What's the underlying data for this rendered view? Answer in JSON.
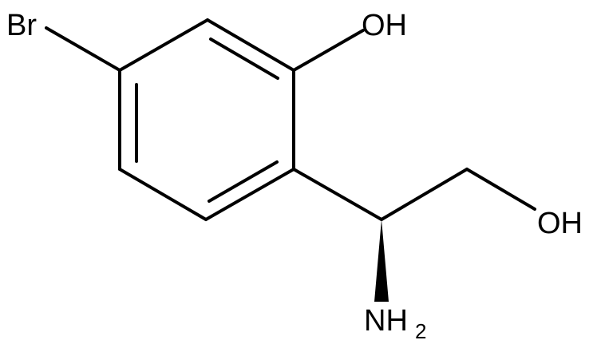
{
  "molecule": {
    "atoms": {
      "br": "Br",
      "phenol_oh": "OH",
      "alcohol_oh": "OH",
      "amine_n": "NH",
      "amine_sub": "2"
    },
    "colors": {
      "bond": "#000000",
      "label": "#000000",
      "background": "#ffffff"
    }
  }
}
